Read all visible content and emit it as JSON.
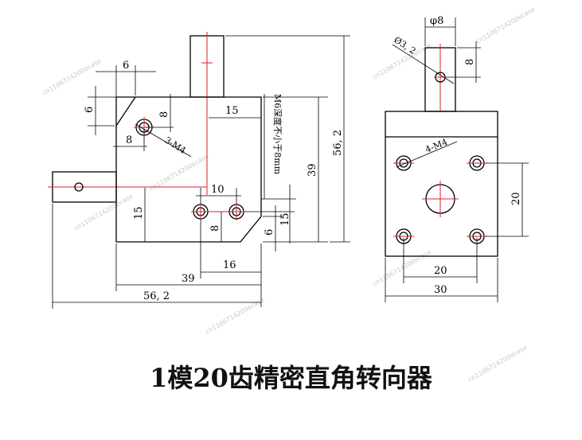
{
  "title": "1模20齿精密直角转向器",
  "watermark": "cn1106714200ecase",
  "left_view": {
    "dims": {
      "chamfer_h": "6",
      "chamfer_v": "6",
      "hole_off_v": "8",
      "hole_off_h": "8",
      "top_15": "15",
      "thread_note": "3-M4",
      "depth_note": "M6深度不小于8mm",
      "height_39": "39",
      "overall_h": "56, 2",
      "bottom_10": "10",
      "left_15": "15",
      "right_15": "15",
      "bottom_8": "8",
      "corner_6": "6",
      "bottom_16": "16",
      "width_39": "39",
      "overall_w": "56, 2"
    }
  },
  "right_view": {
    "dims": {
      "shaft_dia": "φ8",
      "pin_dia": "Ø3, 2",
      "pin_pos": "8",
      "thread_note": "4-M4",
      "bolt_v": "20",
      "bolt_h": "20",
      "width_30": "30"
    }
  }
}
